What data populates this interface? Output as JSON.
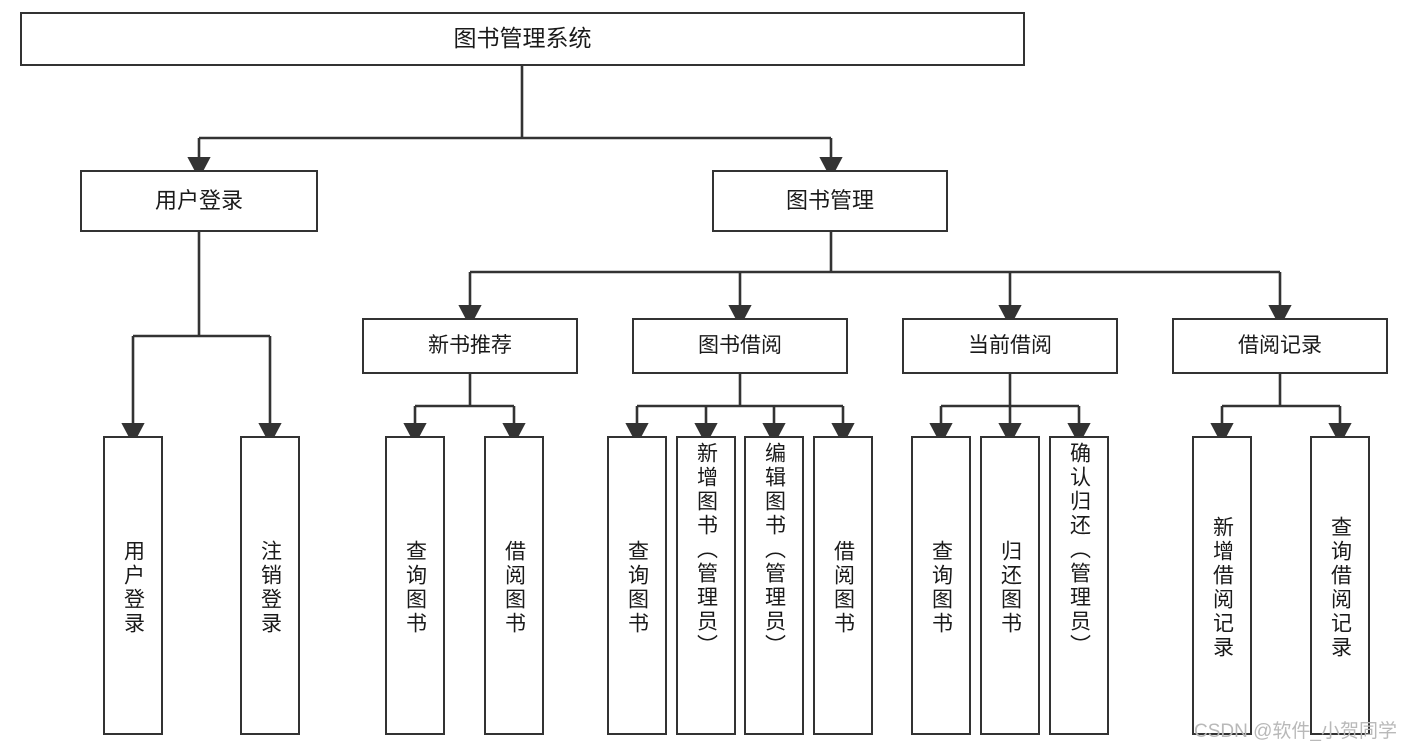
{
  "diagram": {
    "type": "hierarchy-tree",
    "title": "图书管理系统",
    "watermark": "CSDN @软件_小贺同学",
    "colors": {
      "stroke": "#333333",
      "fill": "#ffffff",
      "text": "#1a1a1a",
      "watermark": "#b9b9b9"
    },
    "nodes": {
      "root": {
        "label": "图书管理系统",
        "level": 1
      },
      "l2": [
        {
          "id": "user-login",
          "label": "用户登录",
          "level": 2
        },
        {
          "id": "book-manage",
          "label": "图书管理",
          "level": 2
        }
      ],
      "l3": [
        {
          "id": "new-book-recommend",
          "label": "新书推荐",
          "level": 3
        },
        {
          "id": "book-borrow",
          "label": "图书借阅",
          "level": 3
        },
        {
          "id": "current-borrow",
          "label": "当前借阅",
          "level": 3
        },
        {
          "id": "borrow-record",
          "label": "借阅记录",
          "level": 3
        }
      ],
      "leaves": [
        {
          "id": "leaf-user-login",
          "label": "用户登录",
          "parent": "user-login"
        },
        {
          "id": "leaf-user-logout",
          "label": "注销登录",
          "parent": "user-login"
        },
        {
          "id": "leaf-query-book-1",
          "label": "查询图书",
          "parent": "new-book-recommend"
        },
        {
          "id": "leaf-borrow-book-1",
          "label": "借阅图书",
          "parent": "new-book-recommend"
        },
        {
          "id": "leaf-query-book-2",
          "label": "查询图书",
          "parent": "book-borrow"
        },
        {
          "id": "leaf-add-book",
          "label": "新增图书（管理员）",
          "parent": "book-borrow"
        },
        {
          "id": "leaf-edit-book",
          "label": "编辑图书（管理员）",
          "parent": "book-borrow"
        },
        {
          "id": "leaf-borrow-book-2",
          "label": "借阅图书",
          "parent": "book-borrow"
        },
        {
          "id": "leaf-query-book-3",
          "label": "查询图书",
          "parent": "current-borrow"
        },
        {
          "id": "leaf-return-book",
          "label": "归还图书",
          "parent": "current-borrow"
        },
        {
          "id": "leaf-confirm-return",
          "label": "确认归还（管理员）",
          "parent": "current-borrow"
        },
        {
          "id": "leaf-add-record",
          "label": "新增借阅记录",
          "parent": "borrow-record"
        },
        {
          "id": "leaf-query-record",
          "label": "查询借阅记录",
          "parent": "borrow-record"
        }
      ]
    }
  }
}
